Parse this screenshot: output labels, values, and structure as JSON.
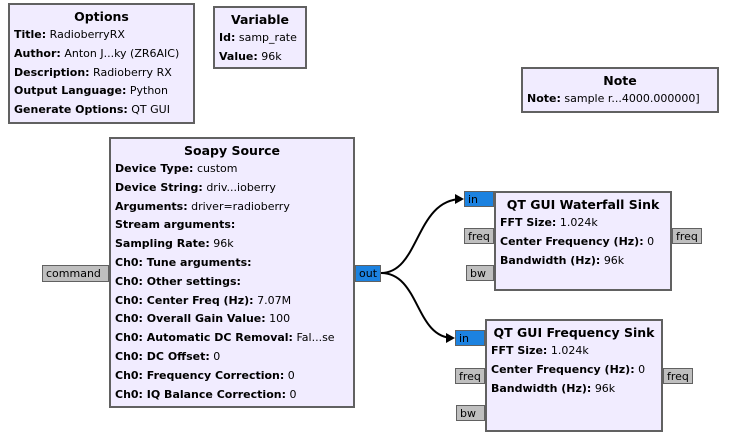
{
  "options": {
    "title": "Options",
    "rows": [
      {
        "key": "Title:",
        "value": "RadioberryRX"
      },
      {
        "key": "Author:",
        "value": "Anton J...ky (ZR6AIC)"
      },
      {
        "key": "Description:",
        "value": "Radioberry RX"
      },
      {
        "key": "Output Language:",
        "value": "Python"
      },
      {
        "key": "Generate Options:",
        "value": "QT GUI"
      }
    ]
  },
  "variable": {
    "title": "Variable",
    "rows": [
      {
        "key": "Id:",
        "value": "samp_rate"
      },
      {
        "key": "Value:",
        "value": "96k"
      }
    ]
  },
  "note": {
    "title": "Note",
    "rows": [
      {
        "key": "Note:",
        "value": "sample r...4000.000000]"
      }
    ]
  },
  "soapy": {
    "title": "Soapy Source",
    "rows": [
      {
        "key": "Device Type:",
        "value": "custom"
      },
      {
        "key": "Device String:",
        "value": "driv...ioberry"
      },
      {
        "key": "Arguments:",
        "value": "driver=radioberry"
      },
      {
        "key": "Stream arguments:",
        "value": ""
      },
      {
        "key": "Sampling Rate:",
        "value": "96k"
      },
      {
        "key": "Ch0: Tune arguments:",
        "value": ""
      },
      {
        "key": "Ch0: Other settings:",
        "value": ""
      },
      {
        "key": "Ch0: Center Freq (Hz):",
        "value": "7.07M"
      },
      {
        "key": "Ch0: Overall Gain Value:",
        "value": "100"
      },
      {
        "key": "Ch0: Automatic DC Removal:",
        "value": "Fal...se"
      },
      {
        "key": "Ch0: DC Offset:",
        "value": "0"
      },
      {
        "key": "Ch0: Frequency Correction:",
        "value": "0"
      },
      {
        "key": "Ch0: IQ Balance Correction:",
        "value": "0"
      }
    ],
    "port_in": "command",
    "port_out": "out"
  },
  "waterfall": {
    "title": "QT GUI Waterfall Sink",
    "rows": [
      {
        "key": "FFT Size:",
        "value": "1.024k"
      },
      {
        "key": "Center Frequency (Hz):",
        "value": "0"
      },
      {
        "key": "Bandwidth (Hz):",
        "value": "96k"
      }
    ],
    "port_in": "in",
    "port_freq_in": "freq",
    "port_bw": "bw",
    "port_freq_out": "freq"
  },
  "freqsink": {
    "title": "QT GUI Frequency Sink",
    "rows": [
      {
        "key": "FFT Size:",
        "value": "1.024k"
      },
      {
        "key": "Center Frequency (Hz):",
        "value": "0"
      },
      {
        "key": "Bandwidth (Hz):",
        "value": "96k"
      }
    ],
    "port_in": "in",
    "port_freq_in": "freq",
    "port_bw": "bw",
    "port_freq_out": "freq"
  },
  "colors": {
    "block_bg": "#f1ecff",
    "block_border": "#616161",
    "port_gray": "#bfbfbf",
    "port_blue": "#1c82e0",
    "wire": "#000000"
  }
}
